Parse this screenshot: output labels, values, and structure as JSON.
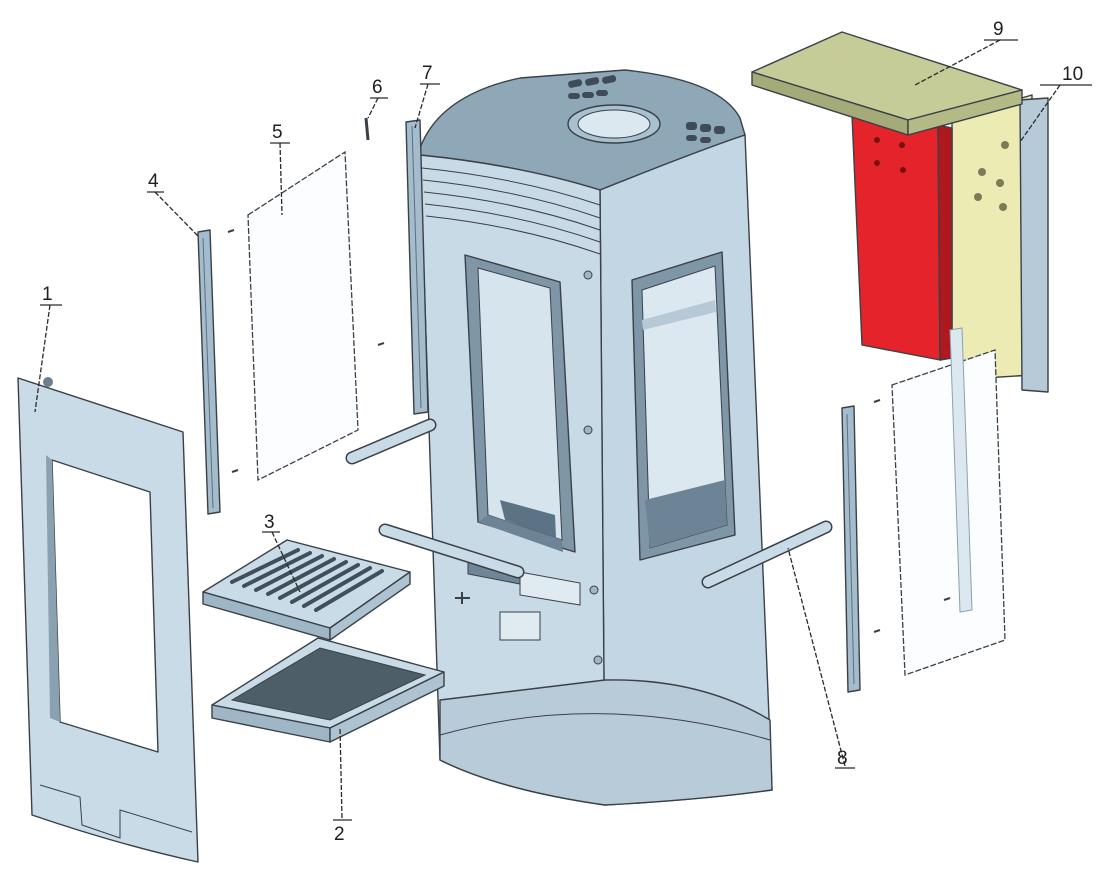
{
  "diagram": {
    "callouts": [
      {
        "id": "1",
        "label": "1"
      },
      {
        "id": "2",
        "label": "2"
      },
      {
        "id": "3",
        "label": "3"
      },
      {
        "id": "4",
        "label": "4"
      },
      {
        "id": "5",
        "label": "5"
      },
      {
        "id": "6",
        "label": "6"
      },
      {
        "id": "7",
        "label": "7"
      },
      {
        "id": "8",
        "label": "8"
      },
      {
        "id": "9",
        "label": "9"
      },
      {
        "id": "10",
        "label": "10"
      }
    ],
    "colors": {
      "body": "#c2d6e4",
      "body_dark": "#9fb6c6",
      "top": "#8fa8b8",
      "interior": "#b8cbd8",
      "baffle_plate": "#c6cc98",
      "back_panel": "#ecebb4",
      "red_panel": "#e5232a",
      "glass": "#f8fbfd",
      "outline": "#3a4048"
    }
  }
}
